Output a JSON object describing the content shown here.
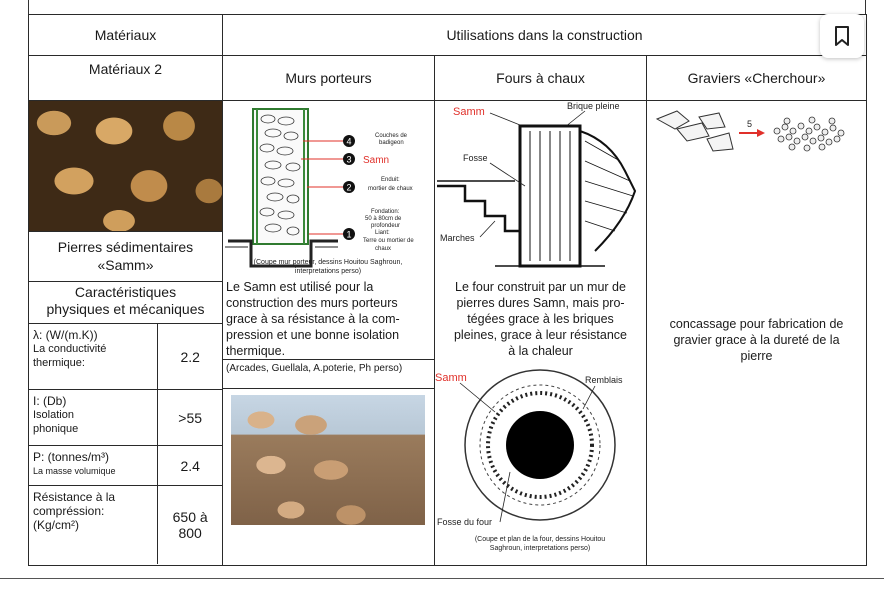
{
  "table": {
    "header_left": "Matériaux",
    "header_right": "Utilisations dans la construction",
    "sub_left": "Matériaux 2",
    "sub_walls": "Murs porteurs",
    "sub_kilns": "Fours à chaux",
    "sub_gravel": "Graviers «Cherchour»"
  },
  "stone": {
    "name_line1": "Pierres sédimentaires",
    "name_line2": "«Samm»",
    "props_title_line1": "Caractéristiques",
    "props_title_line2": "physiques et mécaniques",
    "props": [
      {
        "symbol": "λ: (W/(m.K))",
        "desc": "La conductivité",
        "desc2": "thermique:",
        "value": "2.2"
      },
      {
        "symbol": "I: (Db)",
        "desc": "Isolation",
        "desc2": "phonique",
        "value": ">55"
      },
      {
        "symbol": "P: (tonnes/m³)",
        "desc": "La masse volumique",
        "desc2": "",
        "value": "2.4"
      },
      {
        "symbol": "Résistance à la",
        "desc": "compréssion:",
        "desc2": "(Kg/cm²)",
        "value": "650 à",
        "value2": "800"
      }
    ]
  },
  "walls": {
    "labels": {
      "n4": "4",
      "n4_text1": "Couches de",
      "n4_text2": "badigeon",
      "n3": "3",
      "n3_text": "Samn",
      "n2": "2",
      "n2_text1": "Enduit:",
      "n2_text2": "mortier de chaux",
      "fond1": "Fondation:",
      "fond2": "50 à 80cm de",
      "fond3": "profondeur",
      "n1": "1",
      "liant1": "Liant:",
      "liant2": "Terre ou mortier de",
      "liant3": "chaux"
    },
    "caption1": "(Coupe mur porteur, dessins Houitou Saghroun,",
    "caption2": "interpretations perso)",
    "text": [
      "Le Samn est utilisé pour la",
      "construction des murs porteurs",
      "grace à sa résistance à la com-",
      "pression et une bonne isolation",
      "thermique."
    ],
    "credit": "(Arcades, Guellala, A.poterie, Ph perso)"
  },
  "kilns": {
    "label_samm": "Samm",
    "label_brick": "Brique pleine",
    "label_fosse": "Fosse",
    "label_marches": "Marches",
    "text": [
      "Le four construit par un mur de",
      "pierres dures Samn, mais pro-",
      "tégées grace à les briques",
      "pleines, grace à leur résistance",
      "à la chaleur"
    ],
    "label_samm2": "Samm",
    "label_remblais": "Remblais",
    "label_fosse_four": "Fosse du four",
    "caption1": "(Coupe et plan de la four, dessins Houitou",
    "caption2": "Saghroun, interpretations perso)"
  },
  "gravel": {
    "arrow_label": "5",
    "text": [
      "concassage pour fabrication de",
      "gravier grace à la dureté de la",
      "pierre"
    ]
  },
  "colors": {
    "accent_red": "#e0302a"
  },
  "ui": {
    "bookmark_icon": "bookmark-icon"
  }
}
